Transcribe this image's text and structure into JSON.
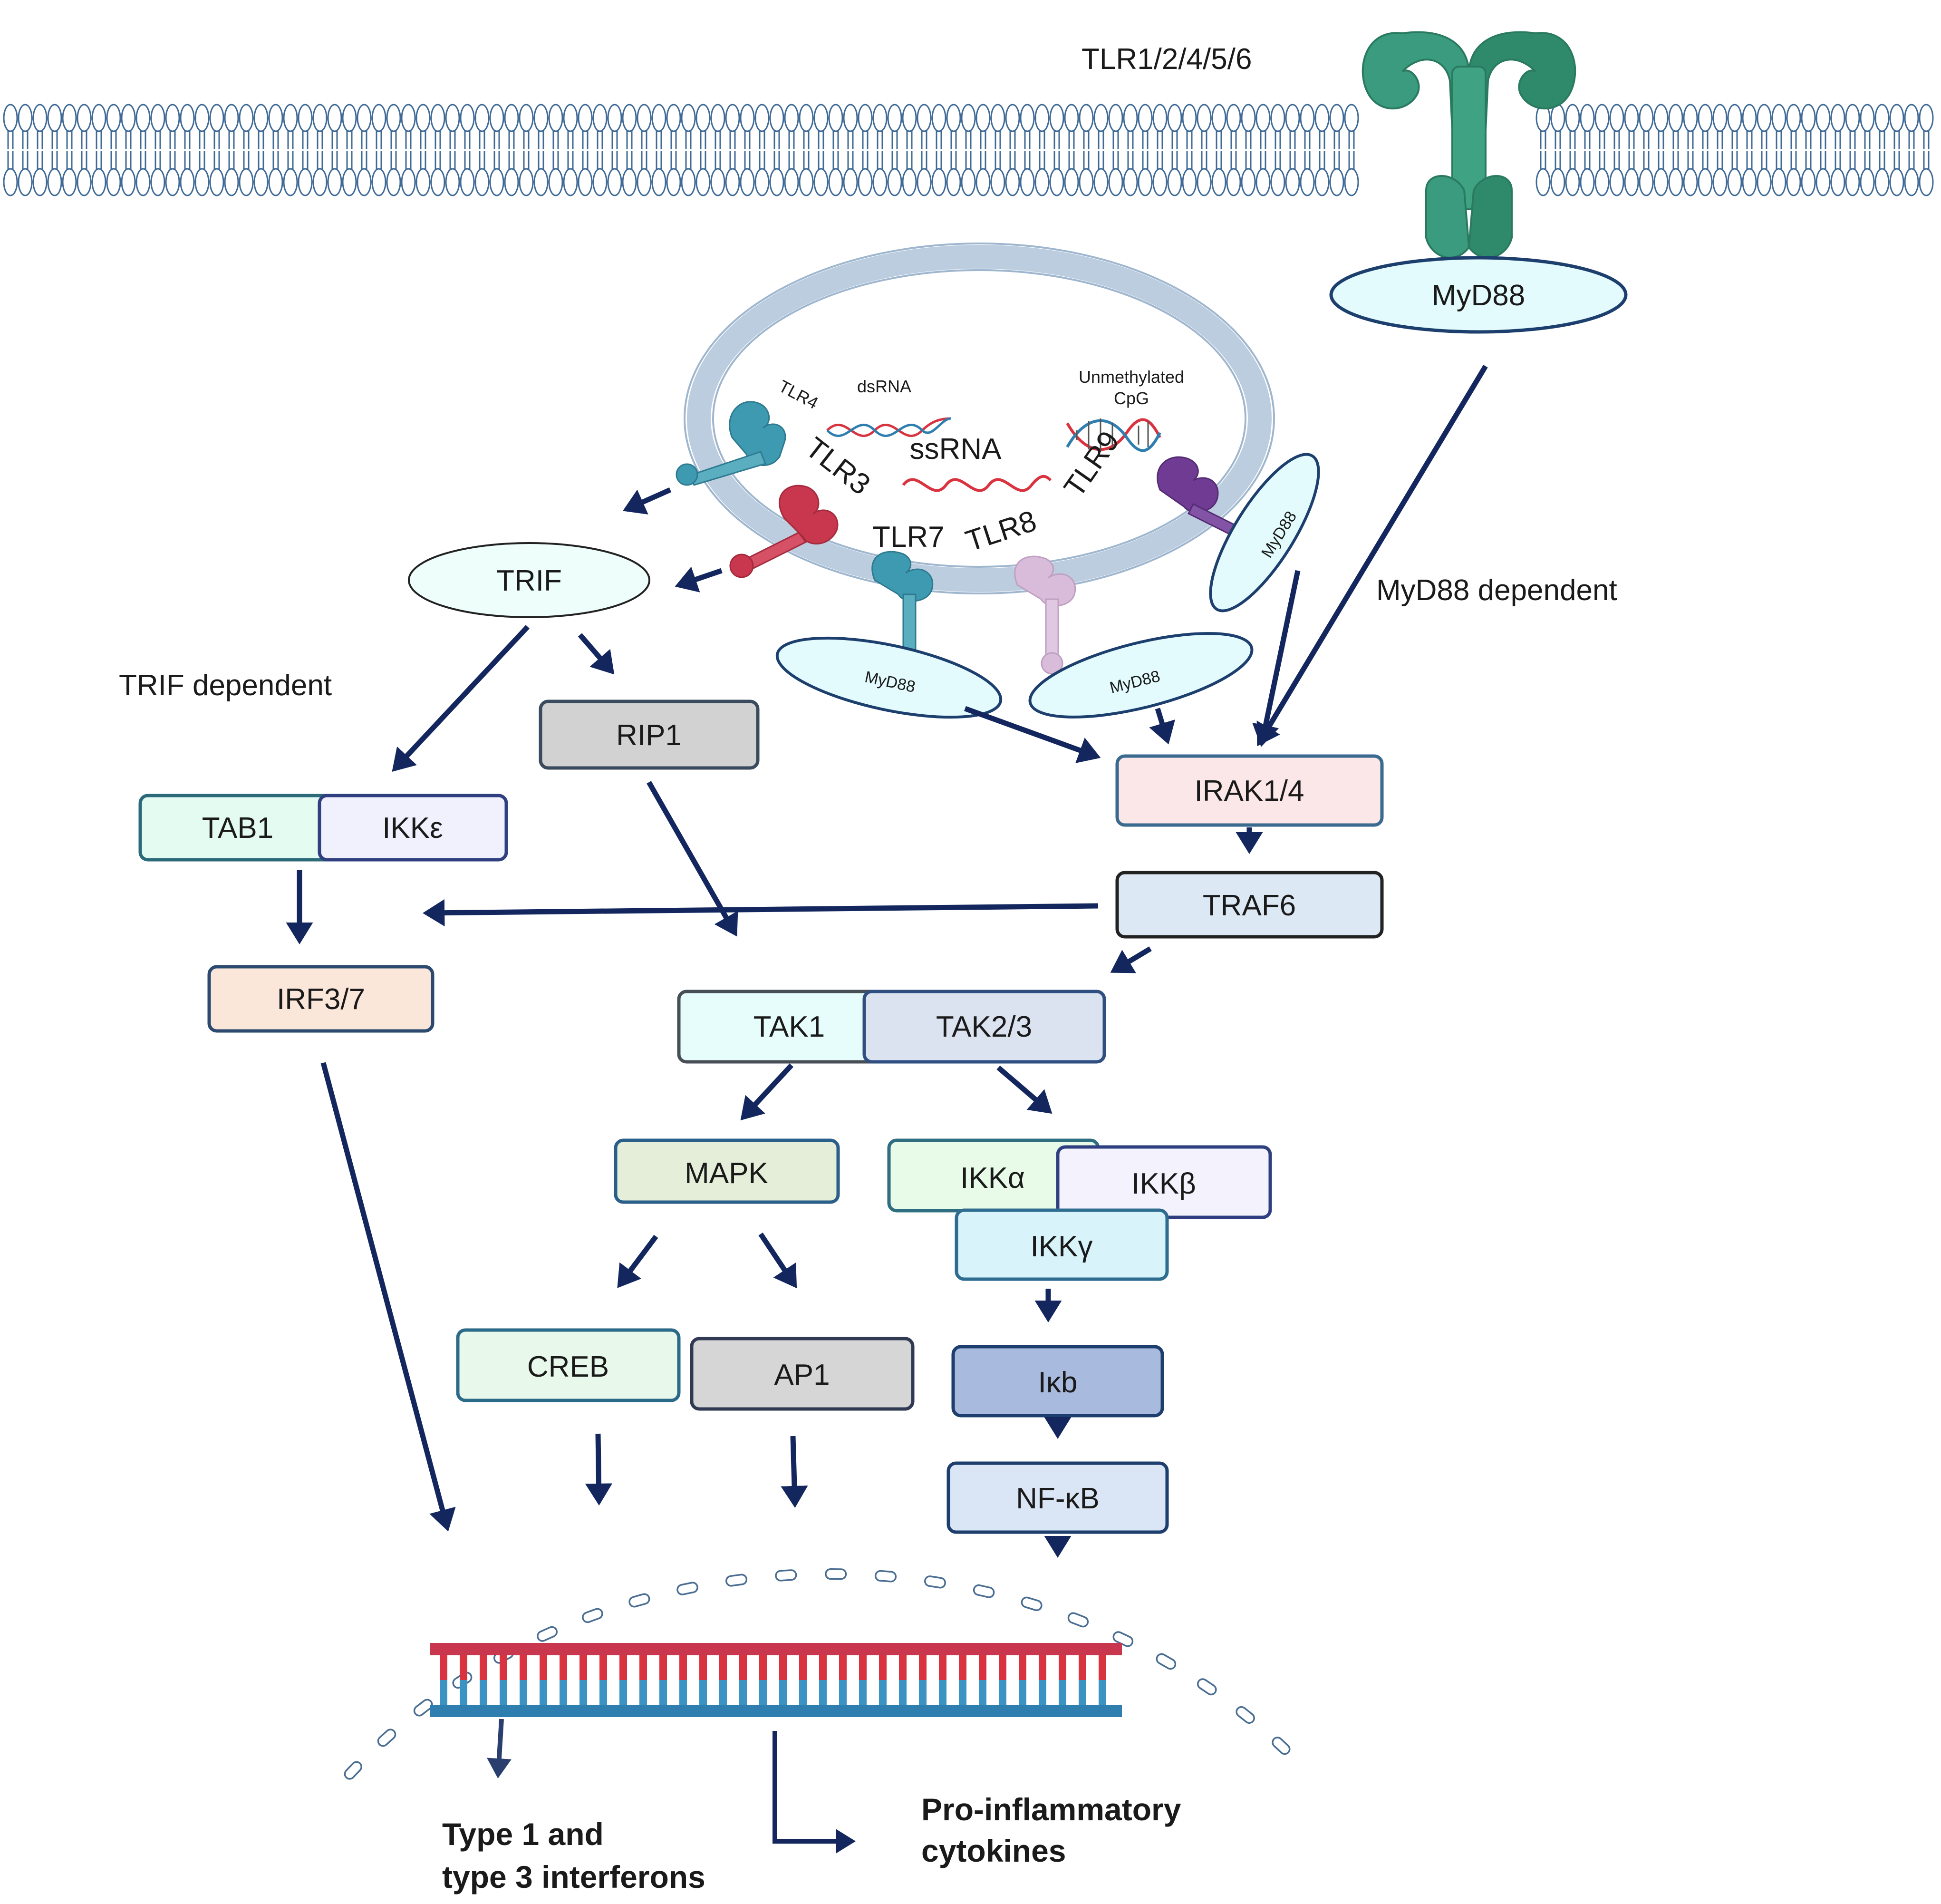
{
  "membrane_label": "TLR1/2/4/5/6",
  "membrane_adaptor": "MyD88",
  "endosome": {
    "receptors": [
      "TLR4",
      "TLR3",
      "TLR7",
      "TLR8",
      "TLR9"
    ],
    "ligands": [
      "dsRNA",
      "ssRNA",
      "Unmethylated",
      "CpG"
    ],
    "adaptors": [
      "MyD88",
      "MyD88",
      "MyD88"
    ]
  },
  "pathway_labels": {
    "trif_dependent": "TRIF dependent",
    "myd88_dependent": "MyD88 dependent"
  },
  "nodes": {
    "trif": "TRIF",
    "rip1": "RIP1",
    "tab1": "TAB1",
    "ikke": "IKKε",
    "irf37": "IRF3/7",
    "irak14": "IRAK1/4",
    "traf6": "TRAF6",
    "tak1": "TAK1",
    "tak23": "TAK2/3",
    "mapk": "MAPK",
    "ikka": "IKKα",
    "ikkb": "IKKβ",
    "ikkg": "IKKγ",
    "creb": "CREB",
    "ap1": "AP1",
    "ikb": "Iκb",
    "nfkb": "NF-κB"
  },
  "outputs": {
    "interferons_line1": "Type 1 and",
    "interferons_line2": "type 3 interferons",
    "cytokines_line1": "Pro-inflammatory",
    "cytokines_line2": "cytokines"
  },
  "colors": {
    "arrow": "#13275e",
    "tlr_membrane": "#3a9b7e",
    "tlr4_tlr7": "#3e9ab0",
    "tlr3": "#c8374e",
    "tlr8": "#d8bcd9",
    "tlr9": "#6f3b93",
    "dna_red": "#d8333f",
    "dna_blue": "#2e7fb0"
  }
}
